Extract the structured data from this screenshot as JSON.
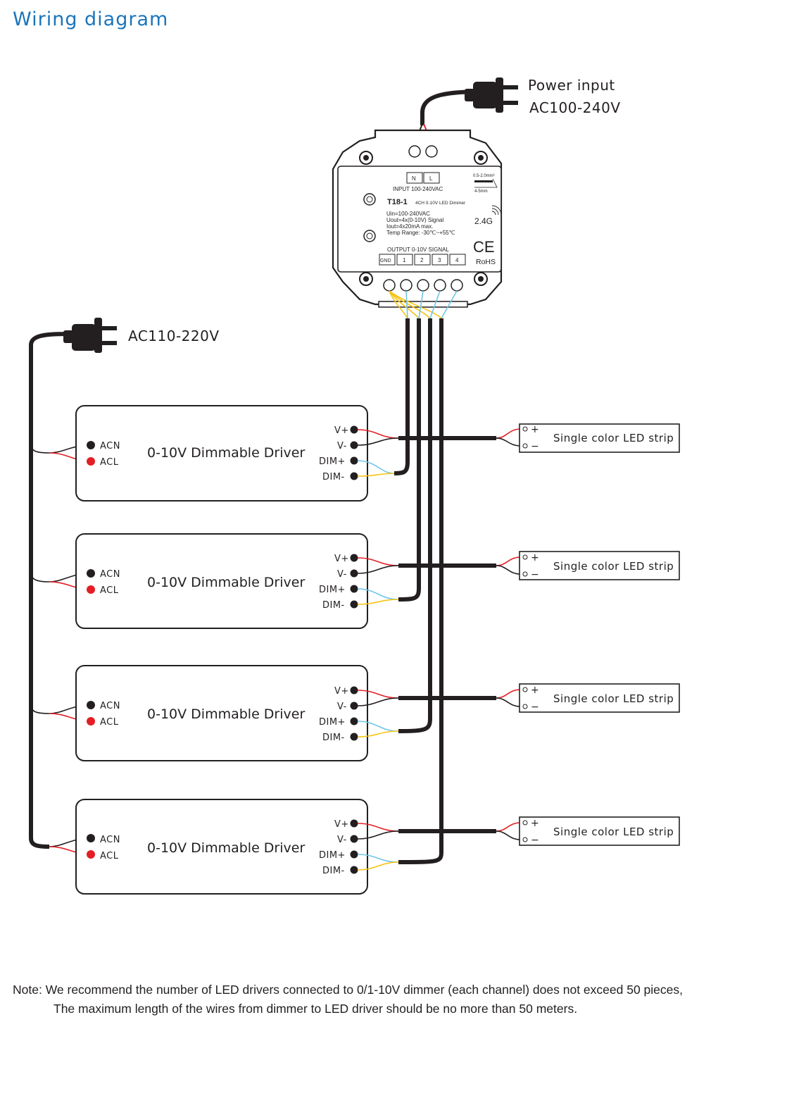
{
  "title": "Wiring diagram",
  "power_input": {
    "line1": "Power input",
    "line2": "AC100-240V"
  },
  "ac_input": "AC110-220V",
  "dimmer": {
    "terminals_top": [
      "N",
      "L"
    ],
    "input": "INPUT 100-240VAC",
    "wire_spec_top": "0.5-2.0mm²",
    "wire_spec_bottom": "4-5mm",
    "model": "T18-1",
    "model_desc": "4CH 0-10V LED Dimmer",
    "spec1": "Uin=100-240VAC",
    "spec2": "Uout=4x(0-10V) Signal",
    "spec3": "Iout=4x20mA max.",
    "spec4": "Temp Range: -30℃~+55℃",
    "freq": "2.4G",
    "ce": "CE",
    "rohs": "RoHS",
    "output": "OUTPUT 0-10V SIGNAL",
    "terminals_bottom": [
      "GND",
      "1",
      "2",
      "3",
      "4"
    ]
  },
  "drivers": [
    {
      "label": "0-10V Dimmable Driver",
      "acn": "ACN",
      "acl": "ACL",
      "vplus": "V+",
      "vminus": "V-",
      "dimplus": "DIM+",
      "dimminus": "DIM-"
    },
    {
      "label": "0-10V Dimmable Driver",
      "acn": "ACN",
      "acl": "ACL",
      "vplus": "V+",
      "vminus": "V-",
      "dimplus": "DIM+",
      "dimminus": "DIM-"
    },
    {
      "label": "0-10V Dimmable Driver",
      "acn": "ACN",
      "acl": "ACL",
      "vplus": "V+",
      "vminus": "V-",
      "dimplus": "DIM+",
      "dimminus": "DIM-"
    },
    {
      "label": "0-10V Dimmable Driver",
      "acn": "ACN",
      "acl": "ACL",
      "vplus": "V+",
      "vminus": "V-",
      "dimplus": "DIM+",
      "dimminus": "DIM-"
    }
  ],
  "strips": [
    {
      "label": "Single color LED strip",
      "plus": "+",
      "minus": "−"
    },
    {
      "label": "Single color LED strip",
      "plus": "+",
      "minus": "−"
    },
    {
      "label": "Single color LED strip",
      "plus": "+",
      "minus": "−"
    },
    {
      "label": "Single color LED strip",
      "plus": "+",
      "minus": "−"
    }
  ],
  "note": {
    "label": "Note:",
    "line1": "We recommend the number of LED drivers connected to 0/1-10V dimmer (each channel) does not exceed 50 pieces,",
    "line2": "The maximum length of the wires from dimmer to LED driver should be no more than 50 meters."
  },
  "colors": {
    "title": "#1b75bb",
    "wire_dark": "#231f20",
    "wire_red": "#e31e24",
    "wire_blue": "#6ec6ea",
    "wire_yellow": "#f7c411",
    "line": "#231f20"
  }
}
